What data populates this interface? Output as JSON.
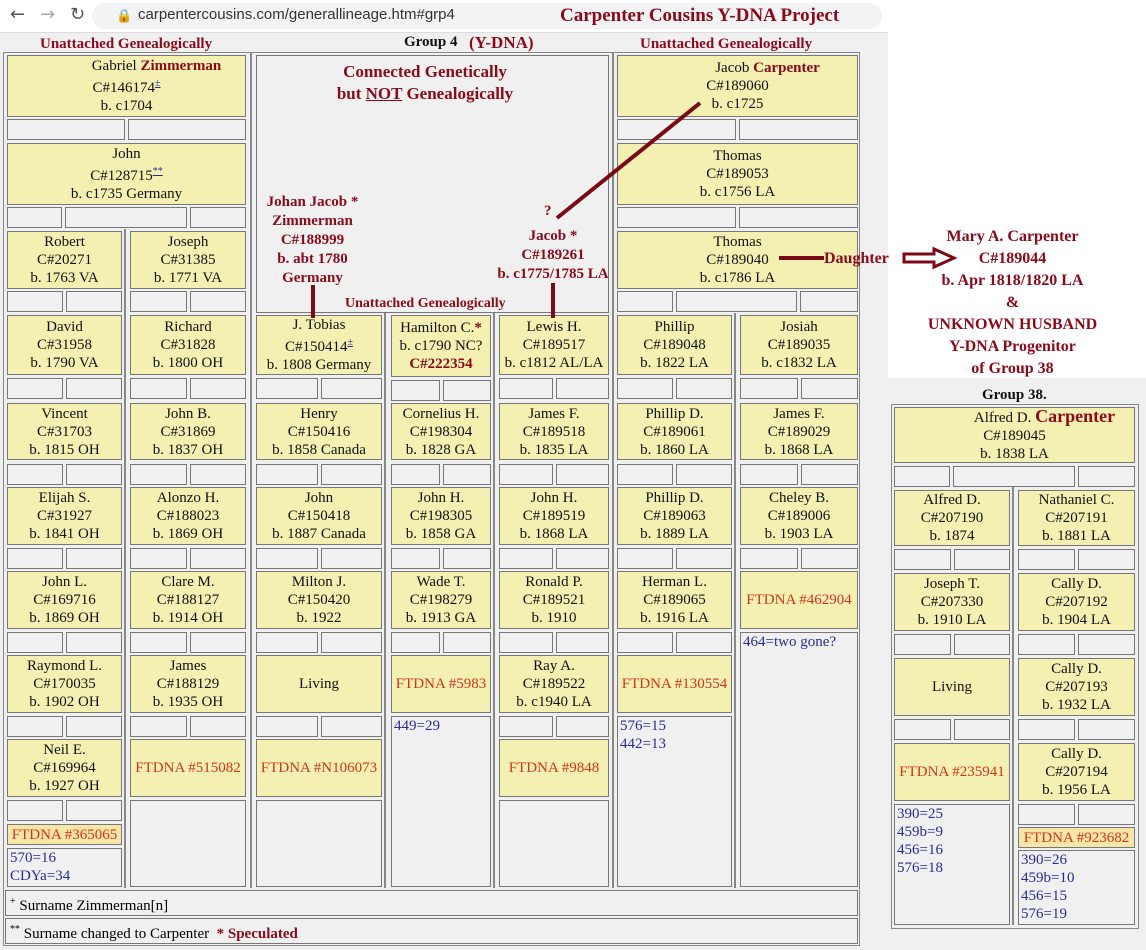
{
  "browser": {
    "url": "carpentercousins.com/generallineage.htm#grp4",
    "back": "←",
    "forward": "→",
    "reload": "↻"
  },
  "site_title": "Carpenter Cousins Y-DNA Project",
  "headers": {
    "left": "Unattached Genealogically",
    "center_group": "Group 4",
    "center_ydna": "(Y-DNA)",
    "right": "Unattached Genealogically",
    "middle_unattached": "Unattached Genealogically",
    "group38": "Group 38."
  },
  "annotations": {
    "connected_line1": "Connected Genetically",
    "connected_but": "but",
    "connected_not": "NOT",
    "connected_rest": "Genealogically",
    "johan": [
      "Johan Jacob  *",
      "Zimmerman",
      "C#188999",
      "b. abt 1780",
      "Germany"
    ],
    "question": "?",
    "jacob": [
      "Jacob  *",
      "C#189261",
      "b. c1775/1785  LA"
    ],
    "daughter": "Daughter",
    "mary": [
      "Mary A. Carpenter",
      "C#189044",
      "b. Apr 1818/1820 LA",
      "&",
      "UNKNOWN HUSBAND",
      "Y-DNA Progenitor",
      "of Group 38"
    ]
  },
  "footnotes": {
    "plus_mark": "+",
    "plus_text": "Surname Zimmerman[n]",
    "star_mark": "**",
    "star_text": "Surname changed to Carpenter",
    "speculated": "* Speculated"
  },
  "colors": {
    "box": "#f3f0b2",
    "accent": "#8b0a1a",
    "ftdna": "#d3341a",
    "notes": "#2a2a9a"
  },
  "boxes": {
    "gabriel": {
      "name": "Gabriel",
      "surname": "Zimmerman",
      "id": "C#146174",
      "mark": "±",
      "born": "b. c1704"
    },
    "john1": {
      "name": "John",
      "id": "C#128715",
      "mark": "**",
      "born": "b. c1735 Germany"
    },
    "robert": {
      "name": "Robert",
      "id": "C#20271",
      "born": "b. 1763 VA"
    },
    "joseph": {
      "name": "Joseph",
      "id": "C#31385",
      "born": "b. 1771 VA"
    },
    "david": {
      "name": "David",
      "id": "C#31958",
      "born": "b. 1790 VA"
    },
    "richard": {
      "name": "Richard",
      "id": "C#31828",
      "born": "b. 1800 OH"
    },
    "vincent": {
      "name": "Vincent",
      "id": "C#31703",
      "born": "b. 1815 OH"
    },
    "johnb": {
      "name": "John B.",
      "id": "C#31869",
      "born": "b. 1837 OH"
    },
    "elijah": {
      "name": "Elijah S.",
      "id": "C#31927",
      "born": "b. 1841 OH"
    },
    "alonzo": {
      "name": "Alonzo H.",
      "id": "C#188023",
      "born": "b. 1869 OH"
    },
    "johnl": {
      "name": "John L.",
      "id": "C#169716",
      "born": "b. 1869 OH"
    },
    "clare": {
      "name": "Clare M.",
      "id": "C#188127",
      "born": "b. 1914 OH"
    },
    "raymond": {
      "name": "Raymond L.",
      "id": "C#170035",
      "born": "b. 1902 OH"
    },
    "james": {
      "name": "James",
      "id": "C#188129",
      "born": "b. 1935 OH"
    },
    "neil": {
      "name": "Neil E.",
      "id": "C#169964",
      "born": "b. 1927 OH"
    },
    "ft515082": {
      "ftdna": "FTDNA #515082"
    },
    "ft365065": {
      "ftdna": "FTDNA #365065"
    },
    "notesA": {
      "notes": [
        "570=16",
        "CDYa=34"
      ]
    },
    "tobias": {
      "name": "J. Tobias",
      "id": "C#150414",
      "mark": "±",
      "born": "b. 1808 Germany"
    },
    "henry": {
      "name": "Henry",
      "id": "C#150416",
      "born": "b. 1858 Canada"
    },
    "john150418": {
      "name": "John",
      "id": "C#150418",
      "born": "b. 1887 Canada"
    },
    "milton": {
      "name": "Milton J.",
      "id": "C#150420",
      "born": "b. 1922"
    },
    "living1": {
      "living": "Living"
    },
    "ftN106073": {
      "ftdna": "FTDNA #N106073"
    },
    "hamilton": {
      "name": "Hamilton C.",
      "star": "*",
      "born": "b. c1790 NC?",
      "id": "C#222354"
    },
    "cornelius": {
      "name": "Cornelius H.",
      "id": "C#198304",
      "born": "b. 1828 GA"
    },
    "johnh1": {
      "name": "John H.",
      "id": "C#198305",
      "born": "b. 1858 GA"
    },
    "wade": {
      "name": "Wade T.",
      "id": "C#198279",
      "born": "b. 1913 GA"
    },
    "ft5983": {
      "ftdna": "FTDNA #5983"
    },
    "notes449": {
      "notes": [
        "449=29"
      ]
    },
    "lewis": {
      "name": "Lewis H.",
      "id": "C#189517",
      "born": "b. c1812 AL/LA"
    },
    "jamesf1": {
      "name": "James F.",
      "id": "C#189518",
      "born": "b. 1835 LA"
    },
    "johnh2": {
      "name": "John H.",
      "id": "C#189519",
      "born": "b. 1868 LA"
    },
    "ronald": {
      "name": "Ronald P.",
      "id": "C#189521",
      "born": "b. 1910"
    },
    "ray": {
      "name": "Ray A.",
      "id": "C#189522",
      "born": "b. c1940 LA"
    },
    "ft9848": {
      "ftdna": "FTDNA #9848"
    },
    "jacob": {
      "name": "Jacob",
      "surname": "Carpenter",
      "id": "C#189060",
      "born": "b. c1725"
    },
    "thomas1": {
      "name": "Thomas",
      "id": "C#189053",
      "born": "b. c1756 LA"
    },
    "thomas2": {
      "name": "Thomas",
      "id": "C#189040",
      "born": "b. c1786 LA"
    },
    "phillip": {
      "name": "Phillip",
      "id": "C#189048",
      "born": "b. 1822 LA"
    },
    "josiah": {
      "name": "Josiah",
      "id": "C#189035",
      "born": "b. c1832 LA"
    },
    "phillipd1": {
      "name": "Phillip D.",
      "id": "C#189061",
      "born": "b. 1860 LA"
    },
    "jamesf2": {
      "name": "James F.",
      "id": "C#189029",
      "born": "b. 1868 LA"
    },
    "phillipd2": {
      "name": "Phillip D.",
      "id": "C#189063",
      "born": "b. 1889 LA"
    },
    "cheley": {
      "name": "Cheley B.",
      "id": "C#189006",
      "born": "b. 1903 LA"
    },
    "herman": {
      "name": "Herman L.",
      "id": "C#189065",
      "born": "b. 1916 LA"
    },
    "ft462904": {
      "ftdna": "FTDNA #462904"
    },
    "ft130554": {
      "ftdna": "FTDNA #130554"
    },
    "notes576": {
      "notes": [
        "576=15",
        "442=13"
      ]
    },
    "notes464": {
      "notes": [
        "464=two gone?"
      ]
    },
    "alfred1": {
      "name": "Alfred D.",
      "surname": "Carpenter",
      "id": "C#189045",
      "born": "b. 1838 LA"
    },
    "alfred2": {
      "name": "Alfred D.",
      "id": "C#207190",
      "born": "b. 1874"
    },
    "nathaniel": {
      "name": "Nathaniel C.",
      "id": "C#207191",
      "born": "b. 1881 LA"
    },
    "josepht": {
      "name": "Joseph T.",
      "id": "C#207330",
      "born": "b. 1910 LA"
    },
    "cally1": {
      "name": "Cally D.",
      "id": "C#207192",
      "born": "b. 1904 LA"
    },
    "living2": {
      "living": "Living"
    },
    "cally2": {
      "name": "Cally D.",
      "id": "C#207193",
      "born": "b. 1932 LA"
    },
    "ft235941": {
      "ftdna": "FTDNA #235941"
    },
    "cally3": {
      "name": "Cally D.",
      "id": "C#207194",
      "born": "b. 1956 LA"
    },
    "notes390a": {
      "notes": [
        "390=25",
        "459b=9",
        "456=16",
        "576=18"
      ]
    },
    "ft923682": {
      "ftdna": "FTDNA #923682"
    },
    "notes390b": {
      "notes": [
        "390=26",
        "459b=10",
        "456=15",
        "576=19"
      ]
    }
  }
}
